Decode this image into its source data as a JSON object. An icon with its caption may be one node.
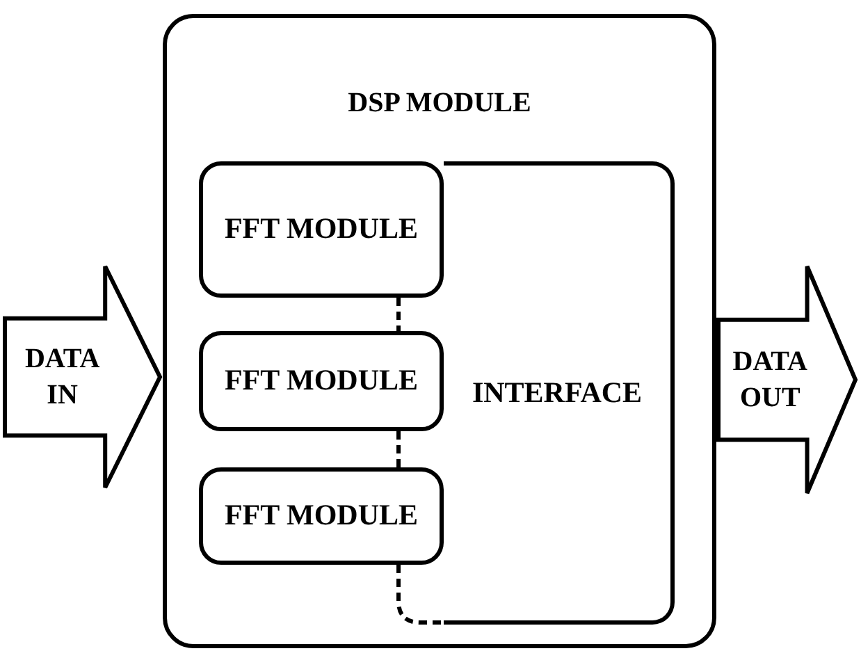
{
  "diagram": {
    "nodes": [
      {
        "text": [
          "DATA IN"
        ]
      },
      {
        "text": [
          "DSP MODULE"
        ]
      },
      {
        "text": [
          "FFT MODULE"
        ],
        "in": 1
      },
      {
        "text": [
          "FFT MODULE"
        ],
        "in": 1
      },
      {
        "text": [
          "FFT MODULE"
        ],
        "in": 1
      },
      {
        "text": [
          "INTERFACE"
        ],
        "in": 1
      },
      {
        "text": [
          "DATA OUT"
        ]
      }
    ]
  }
}
